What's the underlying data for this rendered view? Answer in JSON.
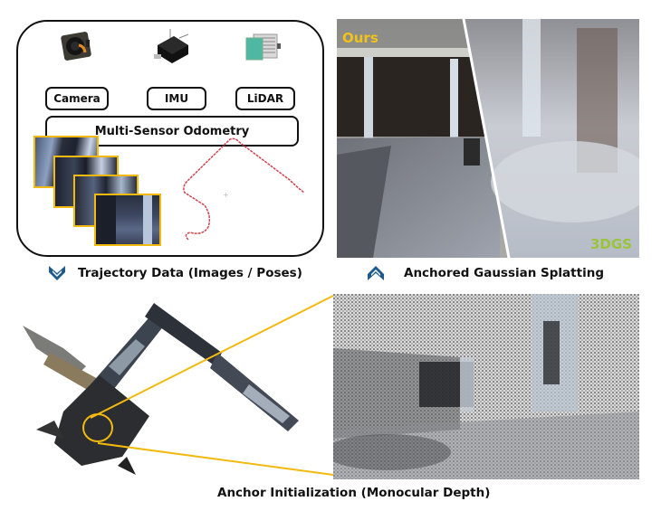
{
  "sensors": {
    "camera_label": "Camera",
    "imu_label": "IMU",
    "lidar_label": "LiDAR",
    "odometry_label": "Multi-Sensor Odometry"
  },
  "captions": {
    "trajectory": "Trajectory Data (Images / Poses)",
    "gaussian": "Anchored Gaussian Splatting",
    "anchor": "Anchor Initialization (Monocular Depth)"
  },
  "render_labels": {
    "ours": "Ours",
    "baseline": "3DGS"
  },
  "colors": {
    "highlight": "#f2b90f",
    "arrow": "#1f5a8c",
    "trajectory": "#d0444f",
    "ours_label": "#f2c21b",
    "baseline_label": "#9ac43a"
  },
  "icons": {
    "down": "chevron-down-icon",
    "up": "chevron-up-icon"
  }
}
